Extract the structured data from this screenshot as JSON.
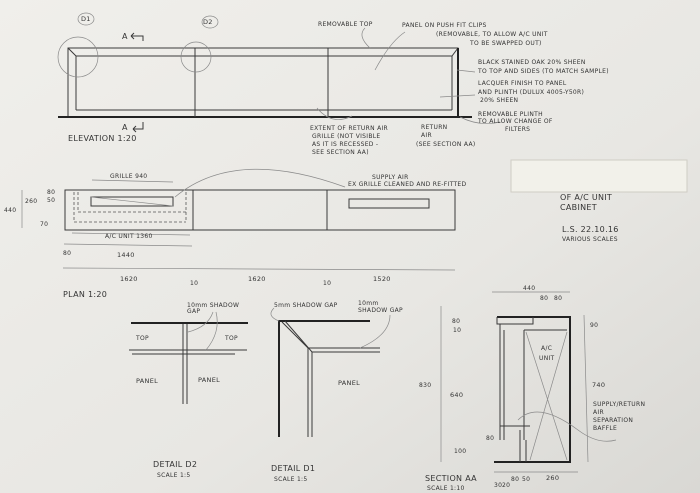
{
  "elevation": {
    "title": "ELEVATION 1:20",
    "section_marker_top": "A",
    "section_marker_bottom": "A",
    "detail_tags": [
      "D1",
      "D2"
    ],
    "notes": {
      "removable_top": "REMOVABLE TOP",
      "panel_clips": [
        "PANEL ON PUSH FIT CLIPS",
        "(REMOVABLE, TO ALLOW A/C UNIT",
        "TO BE SWAPPED OUT)"
      ],
      "oak": [
        "BLACK STAINED OAK 20% SHEEN",
        "TO TOP AND SIDES (TO MATCH SAMPLE)"
      ],
      "lacquer": [
        "LACQUER FINISH TO PANEL",
        "AND PLINTH (DULUX 4005-Y50R)",
        "20% SHEEN"
      ],
      "plinth": [
        "REMOVABLE PLINTH",
        "TO ALLOW CHANGE OF",
        "FILTERS"
      ],
      "grille": [
        "EXTENT OF RETURN AIR",
        "GRILLE (NOT VISIBLE",
        "AS IT IS RECESSED -",
        "SEE SECTION AA)"
      ],
      "return_air": [
        "RETURN",
        "AIR",
        "(SEE SECTION AA)"
      ]
    }
  },
  "plan": {
    "title": "PLAN 1:20",
    "grille_label": "GRILLE 940",
    "supply_note": [
      "SUPPLY AIR",
      "EX GRILLE CLEANED AND RE-FITTED"
    ],
    "ac_unit_label": "A/C UNIT 1360",
    "dims_left": [
      "440",
      "260",
      "80",
      "50",
      "70"
    ],
    "dim_80": "80",
    "dim_1440": "1440",
    "segments": [
      "1620",
      "10",
      "1620",
      "10",
      "1520"
    ]
  },
  "title_block": {
    "lines": [
      "OF A/C UNIT",
      "CABINET"
    ],
    "author_date": "L.S. 22.10.16",
    "scale": "VARIOUS SCALES"
  },
  "detail_d2": {
    "title": "DETAIL D2",
    "scale": "SCALE 1:5",
    "gap_note": [
      "10mm SHADOW",
      "GAP"
    ],
    "top_left": "TOP",
    "top_right": "TOP",
    "panel_left": "PANEL",
    "panel_right": "PANEL"
  },
  "detail_d1": {
    "title": "DETAIL D1",
    "scale": "SCALE 1:5",
    "gap_5": "5mm SHADOW GAP",
    "gap_10": [
      "10mm",
      "SHADOW GAP"
    ],
    "panel": "PANEL"
  },
  "section_aa": {
    "title": "SECTION AA",
    "scale": "SCALE 1:10",
    "unit_label": [
      "A/C",
      "UNIT"
    ],
    "dims_left": [
      "80",
      "10",
      "830",
      "640",
      "80",
      "100"
    ],
    "dims_top": [
      "440",
      "80",
      "80"
    ],
    "dims_right": [
      "90",
      "740"
    ],
    "dims_bottom": [
      "30",
      "20",
      "80",
      "50",
      "260"
    ],
    "baffle_note": [
      "SUPPLY/RETURN",
      "AIR",
      "SEPARATION",
      "BAFFLE"
    ]
  }
}
